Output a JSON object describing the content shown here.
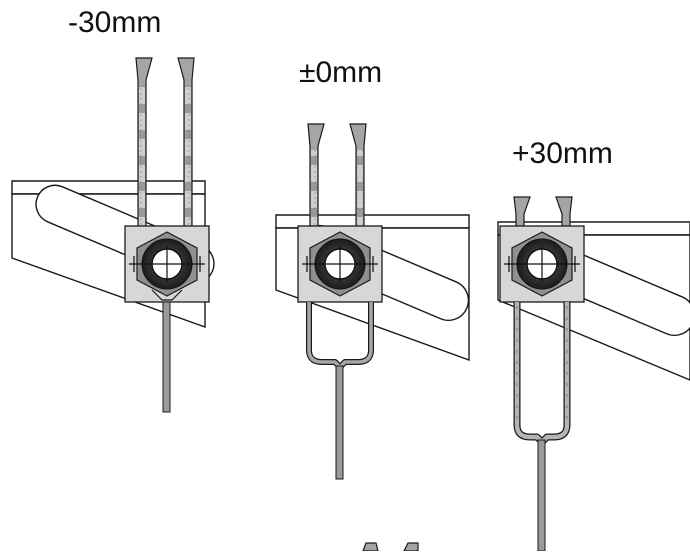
{
  "labels": {
    "minus": "-30mm",
    "zero": "±0mm",
    "plus": "+30mm"
  },
  "colors": {
    "line": "#1a1a1a",
    "rod_dark": "#8a8a8a",
    "rod_light": "#d4d4d4",
    "block": "#d7d7d7",
    "nut": "#9a9a9a",
    "washer": "#2e2e2e",
    "background": "#ffffff"
  },
  "icons": {
    "bolt": "hex-nut-with-crosshair-icon",
    "clip": "u-clip-icon"
  }
}
